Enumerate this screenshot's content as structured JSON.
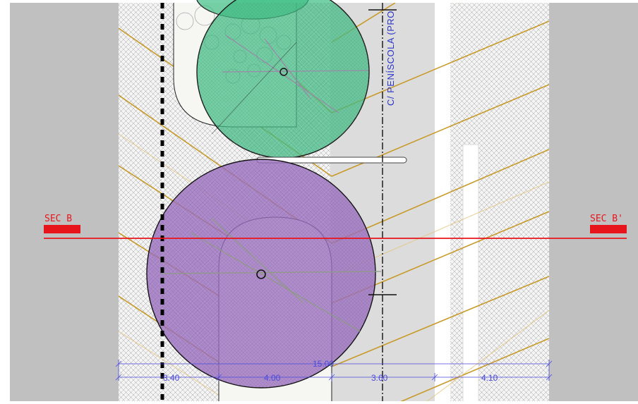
{
  "drawing": {
    "street_name": "C/ PENÍSCOLA  (PRO",
    "section_start_label": "SEC B",
    "section_end_label": "SEC B'",
    "dimensions": {
      "total": "15.00",
      "segments": [
        "3.40",
        "4.00",
        "3.60",
        "4.10"
      ]
    }
  },
  "colors": {
    "margin_gray": "#c0c0c0",
    "green_tree": "#3fbf85",
    "purple_tree": "#9b6fc0",
    "section_red": "#e8141c",
    "dimension_blue": "#4a4adb",
    "street_text_blue": "#2a35c9",
    "utility_gold": "#c89a2a"
  },
  "icons": {
    "tree_center": "circle-marker-icon"
  }
}
